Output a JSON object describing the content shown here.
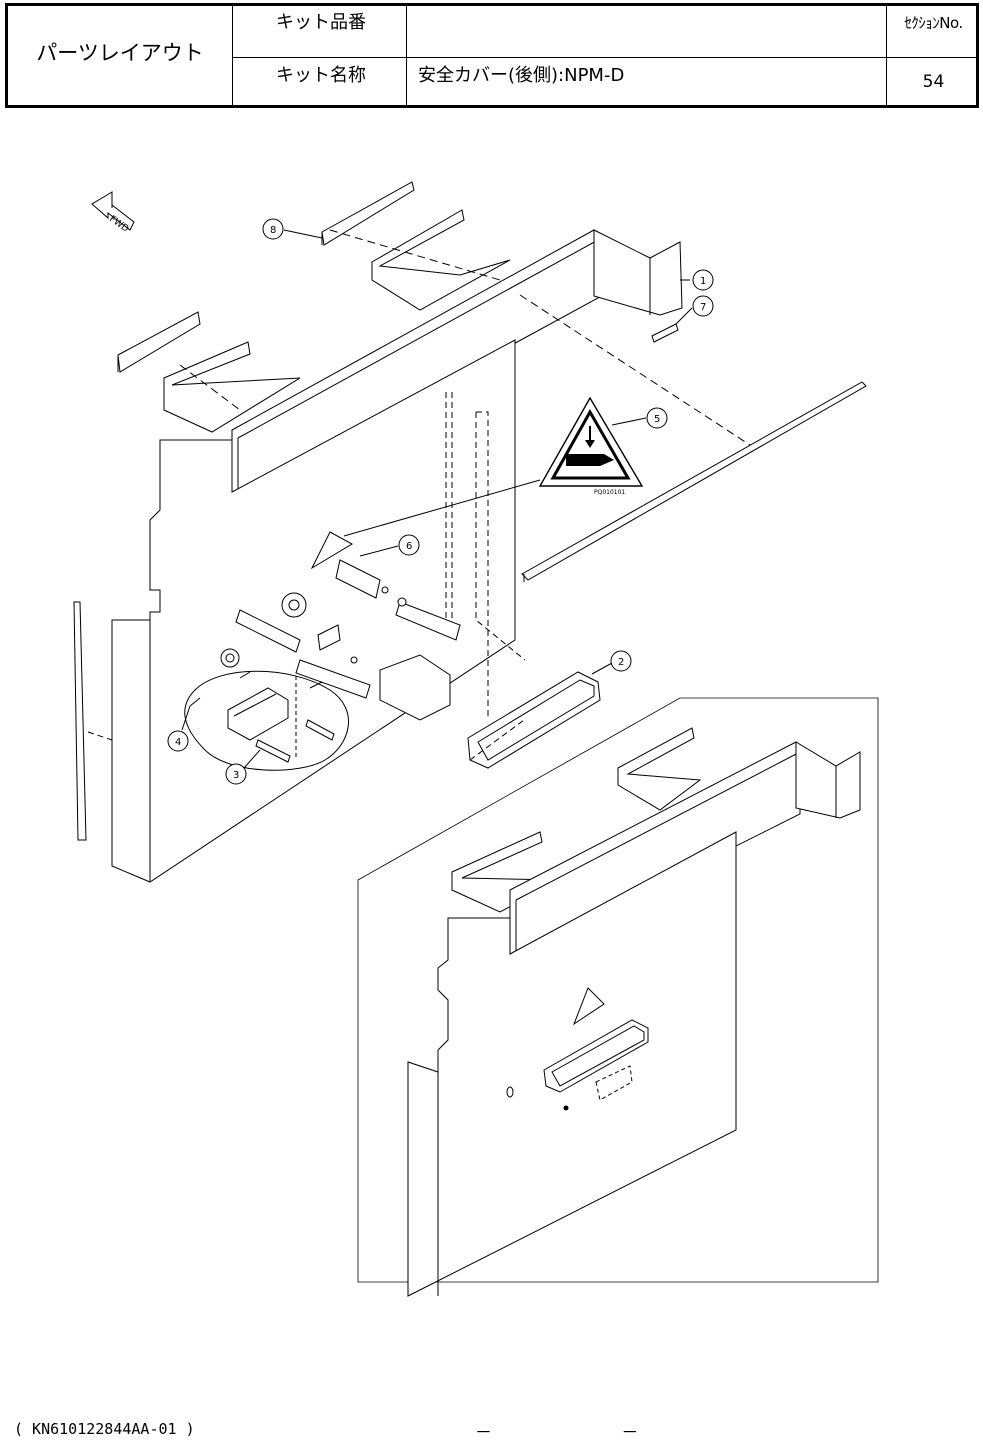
{
  "title_block": {
    "title": "パーツレイアウト",
    "kit_number_label": "キット品番",
    "kit_number_value": "",
    "kit_name_label": "キット名称",
    "kit_name_value": "安全カバー(後側):NPM-D",
    "section_label": "ｾｸｼｮﾝNo.",
    "section_value": "54"
  },
  "drawing": {
    "direction_marker": "FWD",
    "warning_label_code": "PQ010101",
    "callouts": [
      "1",
      "2",
      "3",
      "4",
      "5",
      "6",
      "7",
      "8"
    ]
  },
  "footer": {
    "document_code": "( KN610122844AA-01 )",
    "page_marks": "－ －"
  }
}
